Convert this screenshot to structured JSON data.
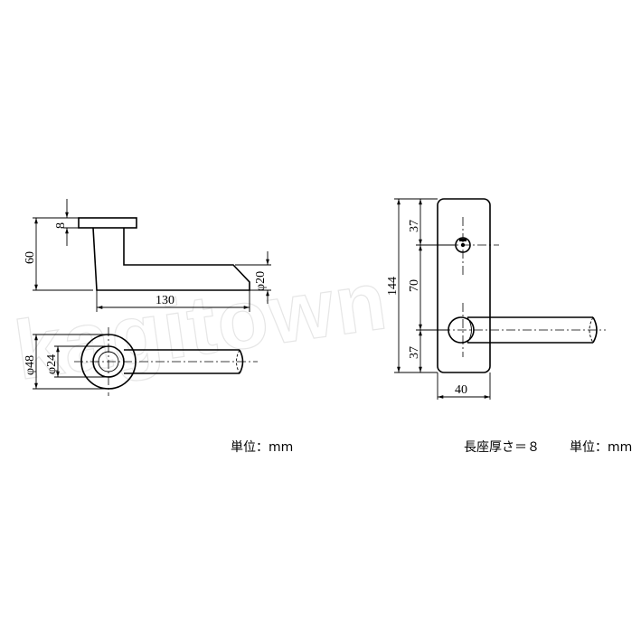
{
  "watermark": "kagitown",
  "side_view": {
    "dims": {
      "base_thickness": "8",
      "height": "60",
      "length": "130",
      "lever_dia": "φ20"
    }
  },
  "front_view": {
    "dims": {
      "rose_dia": "φ48",
      "spindle_dia": "φ24"
    }
  },
  "plate_view": {
    "dims": {
      "upper": "37",
      "total": "144",
      "middle": "70",
      "lower": "37",
      "width": "40"
    }
  },
  "notes": {
    "left_unit": "単位：mm",
    "right_thickness": "長座厚さ＝８",
    "right_unit": "単位：mm"
  }
}
